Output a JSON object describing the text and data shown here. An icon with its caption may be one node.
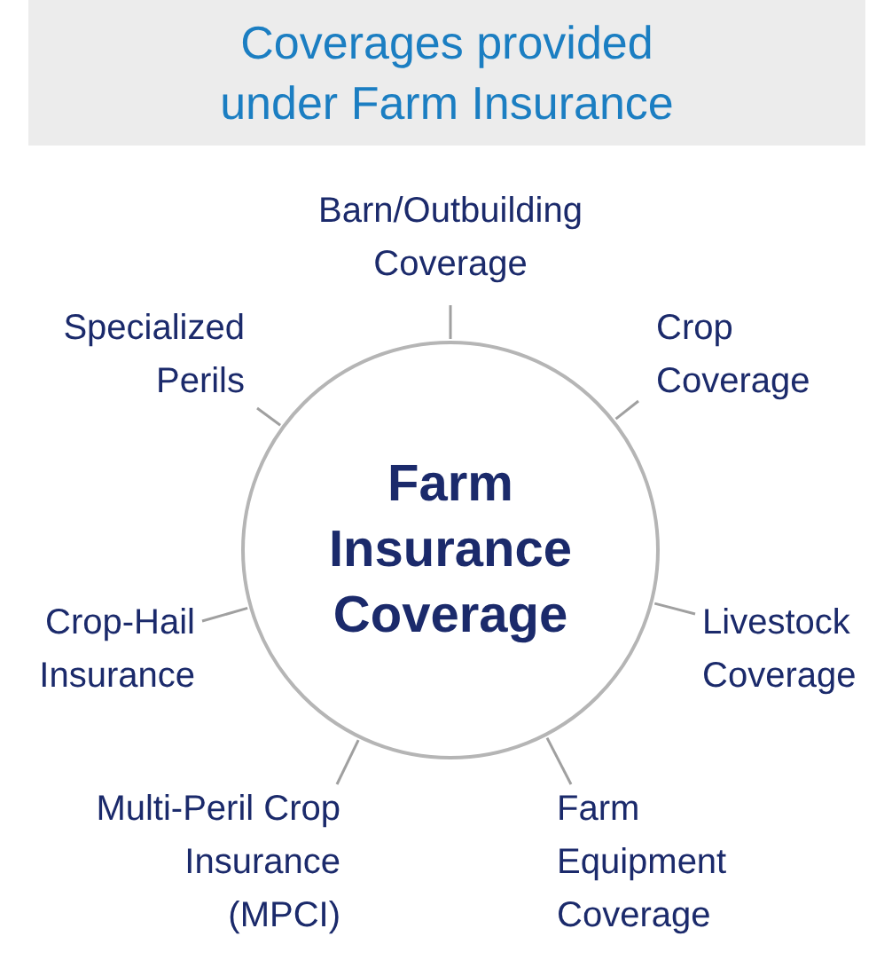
{
  "diagram": {
    "title": "Coverages provided under Farm Insurance",
    "nodes": [
      {
        "text": [
          "Farm Insurance Coverage"
        ]
      },
      {
        "text": [
          "Barn/Outbuilding Coverage"
        ]
      },
      {
        "text": [
          "Crop Coverage"
        ]
      },
      {
        "text": [
          "Livestock Coverage"
        ]
      },
      {
        "text": [
          "Farm Equipment Coverage"
        ]
      },
      {
        "text": [
          "Multi-Peril Crop Insurance (MPCI)"
        ]
      },
      {
        "text": [
          "Crop-Hail Insurance"
        ]
      },
      {
        "text": [
          "Specialized Perils"
        ]
      }
    ],
    "edges": [
      {
        "from": 1,
        "to": 0,
        "arrow": "none"
      },
      {
        "from": 2,
        "to": 0,
        "arrow": "none"
      },
      {
        "from": 3,
        "to": 0,
        "arrow": "none"
      },
      {
        "from": 4,
        "to": 0,
        "arrow": "none"
      },
      {
        "from": 5,
        "to": 0,
        "arrow": "none"
      },
      {
        "from": 6,
        "to": 0,
        "arrow": "none"
      },
      {
        "from": 7,
        "to": 0,
        "arrow": "none"
      }
    ]
  }
}
